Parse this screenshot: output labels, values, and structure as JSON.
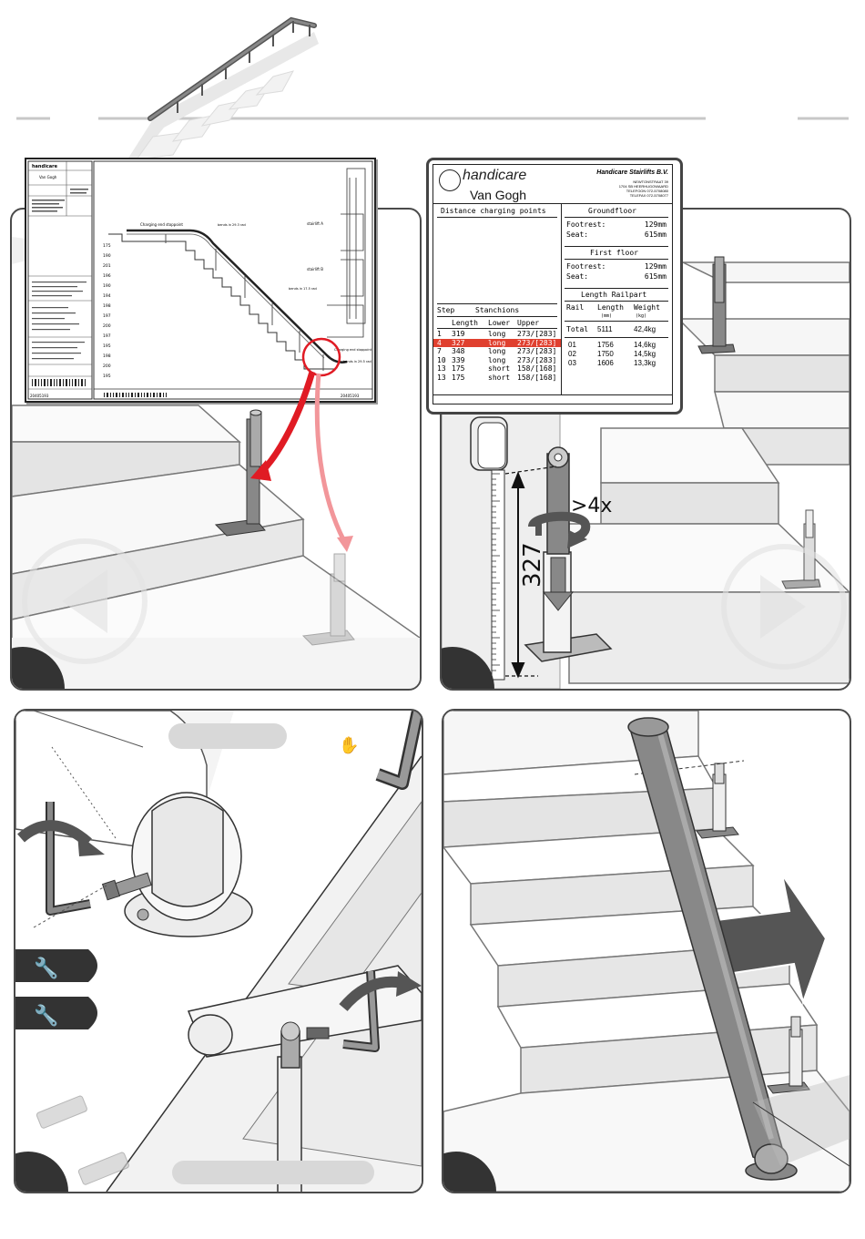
{
  "top_drawing": {
    "brand": "handicare",
    "client": "Van Gogh",
    "doc_number": "20405193",
    "labels": {
      "charging_end": "Charging end stoppoint",
      "stairlift_a": "stairlift A",
      "stairlift_b": "stairlift B",
      "bends_1": "bends in 29.3 rad",
      "bends_2": "bends in 17.5 rad",
      "bends_3": "bends in 29.5 rad",
      "bottom": "Charging end stoppoint"
    },
    "riser_heights": [
      "175",
      "190",
      "201",
      "196",
      "190",
      "194",
      "198",
      "197",
      "200",
      "197",
      "195",
      "198",
      "200",
      "195"
    ]
  },
  "info_card": {
    "brand": "handicare",
    "client": "Van Gogh",
    "company": "Handicare Stairlifts B.V.",
    "address": [
      "NEWTONSTRAAT 39",
      "1704 SB HEERHUGOWAARD",
      "TELEFOON 072-5708080",
      "TELEFAX 072-5708077"
    ],
    "distance_title": "Distance charging points",
    "groundfloor_title": "Groundfloor",
    "groundfloor": [
      {
        "label": "Footrest:",
        "value": "129mm"
      },
      {
        "label": "Seat:",
        "value": "615mm"
      }
    ],
    "firstfloor_title": "First floor",
    "firstfloor": [
      {
        "label": "Footrest:",
        "value": "129mm"
      },
      {
        "label": "Seat:",
        "value": "615mm"
      }
    ],
    "railpart_title": "Length Railpart",
    "rail_headers": {
      "rail": "Rail",
      "length": "Length",
      "weight": "Weight",
      "length_unit": "(mm)",
      "weight_unit": "(kg)"
    },
    "total": {
      "label": "Total",
      "length": "5111",
      "weight": "42,4kg"
    },
    "rails": [
      {
        "rail": "01",
        "length": "1756",
        "weight": "14,6kg"
      },
      {
        "rail": "02",
        "length": "1750",
        "weight": "14,5kg"
      },
      {
        "rail": "03",
        "length": "1606",
        "weight": "13,3kg"
      }
    ],
    "stanchion_headers": {
      "step": "Step",
      "stanchions": "Stanchions",
      "length": "Length",
      "lower": "Lower",
      "upper": "Upper"
    },
    "stanchions": [
      {
        "step": "1",
        "length": "319",
        "lower": "long",
        "upper": "273/[283]"
      },
      {
        "step": "4",
        "length": "327",
        "lower": "long",
        "upper": "273/[283]"
      },
      {
        "step": "7",
        "length": "348",
        "lower": "long",
        "upper": "273/[283]"
      },
      {
        "step": "10",
        "length": "339",
        "lower": "long",
        "upper": "273/[283]"
      },
      {
        "step": "13",
        "length": "175",
        "lower": "short",
        "upper": "158/[168]"
      },
      {
        "step": "13",
        "length": "175",
        "lower": "short",
        "upper": "158/[168]"
      }
    ],
    "highlight_row": 1
  },
  "panel2": {
    "rotate_label": ">4x",
    "dimension_label": "327"
  },
  "colors": {
    "red": "#e01b24",
    "light_red": "#f2969a",
    "highlight": "#e0402f",
    "gray": "#8c8c8c",
    "dark": "#333333"
  }
}
